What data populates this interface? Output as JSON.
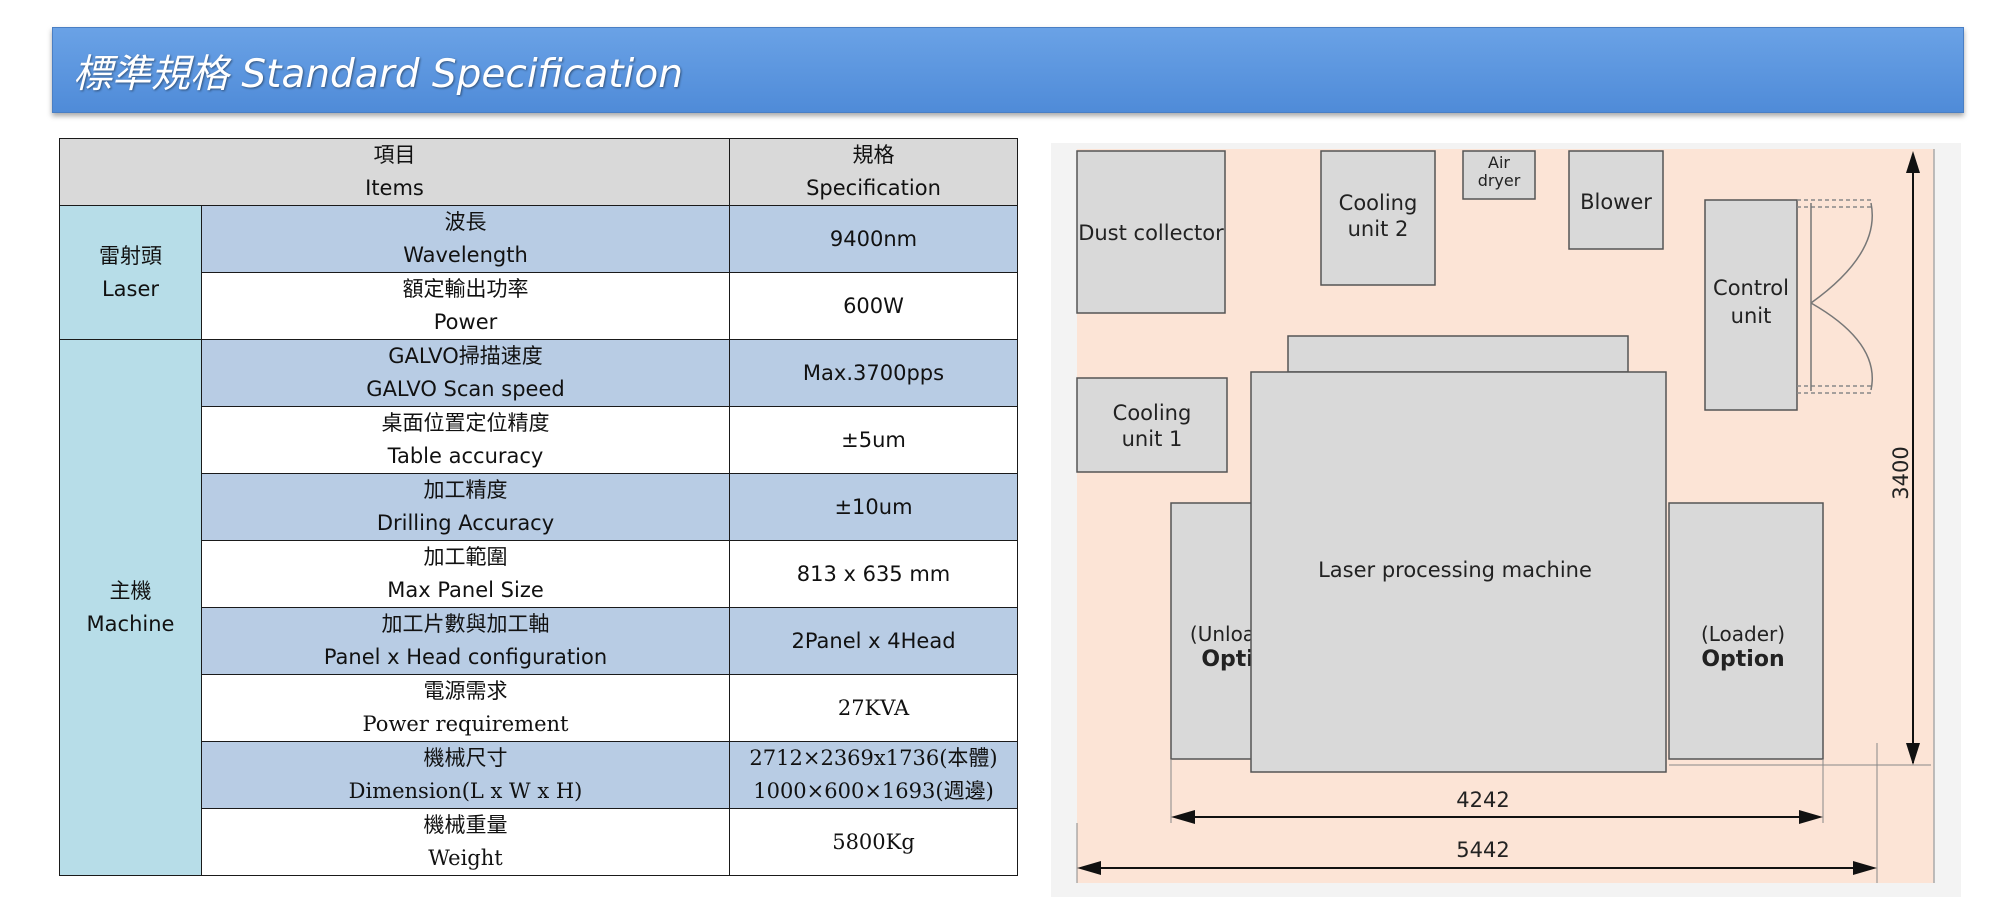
{
  "banner": {
    "title": "標準規格 Standard Specification"
  },
  "table": {
    "header": {
      "items_zh": "項目",
      "items_en": "Items",
      "spec_zh": "規格",
      "spec_en": "Specification"
    },
    "groups": [
      {
        "zh": "雷射頭",
        "en": "Laser"
      },
      {
        "zh": "主機",
        "en": "Machine"
      }
    ],
    "rows": [
      {
        "zh": "波長",
        "en": "Wavelength",
        "value": "9400nm"
      },
      {
        "zh": "額定輸出功率",
        "en": "Power",
        "value": "600W"
      },
      {
        "zh": "GALVO掃描速度",
        "en": "GALVO Scan speed",
        "value": "Max.3700pps"
      },
      {
        "zh": "桌面位置定位精度",
        "en": "Table accuracy",
        "value": "±5um"
      },
      {
        "zh": "加工精度",
        "en": "Drilling Accuracy",
        "value": "±10um"
      },
      {
        "zh": "加工範圍",
        "en": "Max Panel Size",
        "value": "813 x 635 mm"
      },
      {
        "zh": "加工片數與加工軸",
        "en": "Panel x Head configuration",
        "value": "2Panel x 4Head"
      },
      {
        "zh": "電源需求",
        "en": "Power requirement",
        "value": "27KVA"
      },
      {
        "zh": "機械尺寸",
        "en": "Dimension(L x W x H)",
        "value": "2712×2369x1736(本體)",
        "value2": "1000×600×1693(週邊)"
      },
      {
        "zh": "機械重量",
        "en": "Weight",
        "value": "5800Kg"
      }
    ]
  },
  "layout": {
    "dust_collector": "Dust collector",
    "cooling_unit_2": [
      "Cooling",
      "unit 2"
    ],
    "air_dryer": [
      "Air",
      "dryer"
    ],
    "blower": "Blower",
    "control_unit": [
      "Control",
      "unit"
    ],
    "cooling_unit_1": [
      "Cooling",
      "unit 1"
    ],
    "main_machine": "Laser processing machine",
    "unloader": [
      "(Unloader)",
      "Option"
    ],
    "loader": [
      "(Loader)",
      "Option"
    ],
    "dim_height": "3400",
    "dim_inner_width": "4242",
    "dim_outer_width": "5442"
  }
}
